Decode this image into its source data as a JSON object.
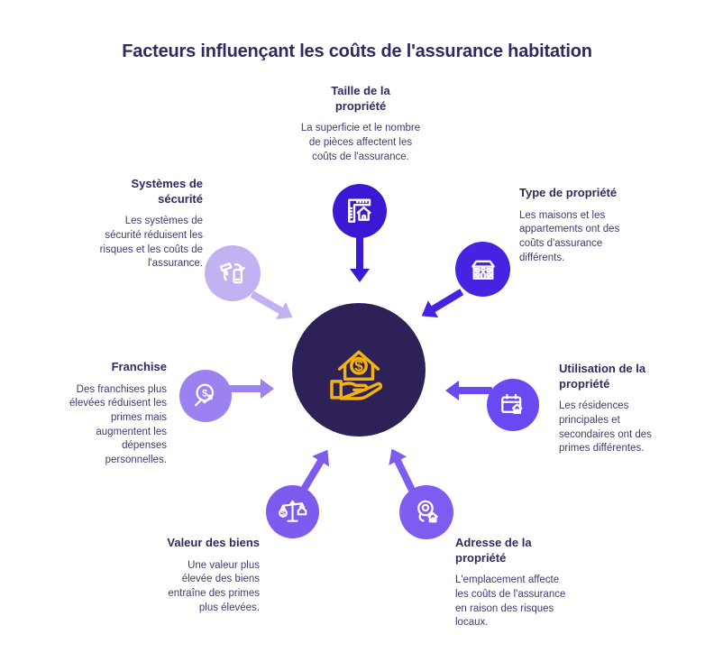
{
  "title": "Facteurs influençant les coûts de l'assurance habitation",
  "colors": {
    "title_text": "#2f2a5f",
    "heading_text": "#2f2a5f",
    "body_text": "#403a72",
    "background": "#ffffff",
    "center_circle": "#2e2157",
    "center_icon": "#f2b30d",
    "icon_stroke": "#ffffff"
  },
  "icons": {
    "dollar_glyph": "$"
  },
  "center": {
    "icon": "hand-holding-house-dollar-icon"
  },
  "factors": [
    {
      "id": "taille-propriete",
      "title": "Taille de la propriété",
      "description": "La superficie et le nombre de pièces affectent les coûts de l'assurance.",
      "color": "#3a18d4",
      "icon": "ruler-house-icon"
    },
    {
      "id": "systemes-securite",
      "title": "Systèmes de sécurité",
      "description": "Les systèmes de sécurité réduisent les risques et les coûts de l'assurance.",
      "color": "#c3b2f2",
      "icon": "security-camera-phone-icon"
    },
    {
      "id": "type-propriete",
      "title": "Type de propriété",
      "description": "Les maisons et les appartements ont des coûts d'assurance différents.",
      "color": "#4623e0",
      "icon": "apartment-building-icon"
    },
    {
      "id": "franchise",
      "title": "Franchise",
      "description": "Des franchises plus élevées réduisent les primes mais augmentent les dépenses personnelles.",
      "color": "#9c82f0",
      "icon": "dollar-growth-icon"
    },
    {
      "id": "utilisation-propriete",
      "title": "Utilisation de la propriété",
      "description": "Les résidences principales et secondaires ont des primes différentes.",
      "color": "#6a4af0",
      "icon": "calendar-house-icon"
    },
    {
      "id": "valeur-biens",
      "title": "Valeur des biens",
      "description": "Une valeur plus élevée des biens entraîne des primes plus élevées.",
      "color": "#7d5bef",
      "icon": "scale-dollar-house-icon"
    },
    {
      "id": "adresse-propriete",
      "title": "Adresse de la propriété",
      "description": "L'emplacement affecte les coûts de l'assurance en raison des risques locaux.",
      "color": "#7e5cf0",
      "icon": "location-pin-house-icon"
    }
  ]
}
